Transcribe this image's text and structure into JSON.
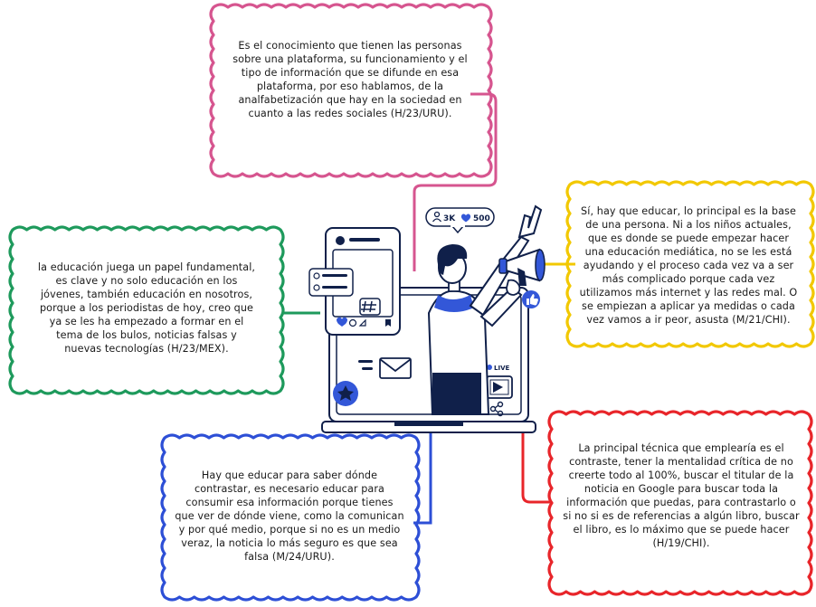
{
  "quotes": {
    "top": "Es el conocimiento que tienen las personas sobre una plataforma, su funcionamiento y el tipo de información que se difunde en esa plataforma, por eso hablamos, de la analfabetización que hay en la sociedad en cuanto a las redes sociales (H/23/URU).",
    "right": "Sí, hay que educar, lo principal es la base de una persona. Ni a los niños actuales, que es donde se puede empezar hacer una educación mediática, no se les está ayudando y el proceso cada vez va a ser más complicado porque cada vez utilizamos más internet y las redes mal. O se empiezan a aplicar ya medidas o cada vez vamos a ir peor, asusta (M/21/CHI).",
    "left": "la educación juega un papel fundamental, es clave y no solo educación en los jóvenes, también educación en nosotros, porque a los periodistas de hoy, creo que ya se les ha empezado a formar en el tema de los bulos, noticias falsas y nuevas tecnologías (H/23/MEX).",
    "bottom_left": "Hay que educar para saber dónde contrastar, es necesario educar para consumir esa información porque tienes que ver de dónde viene, como la comunican y por qué medio, porque si no es un medio veraz, la noticia lo más seguro es que sea falsa (M/24/URU).",
    "bottom_right": "La principal técnica que emplearía es el contraste, tener la mentalidad crítica de no creerte todo al 100%, buscar el titular de la noticia en Google para buscar toda la información que puedas, para contrastarlo o si no si es de referencias a algún libro, buscar el libro, es lo máximo que se puede hacer (H/19/CHI)."
  },
  "social": {
    "followers": "3K",
    "likes": "500",
    "live": "LIVE"
  },
  "colors": {
    "pink": "#d6558f",
    "yellow": "#f2c800",
    "green": "#1e9a5c",
    "blue": "#2d4fd6",
    "red": "#e8252a",
    "navy": "#10204a",
    "accent_blue": "#3357d8"
  },
  "icons": [
    "user-icon",
    "heart-icon",
    "hashtag-icon",
    "mail-icon",
    "video-icon",
    "star-icon",
    "thumbs-up-icon",
    "share-icon",
    "megaphone-icon"
  ]
}
